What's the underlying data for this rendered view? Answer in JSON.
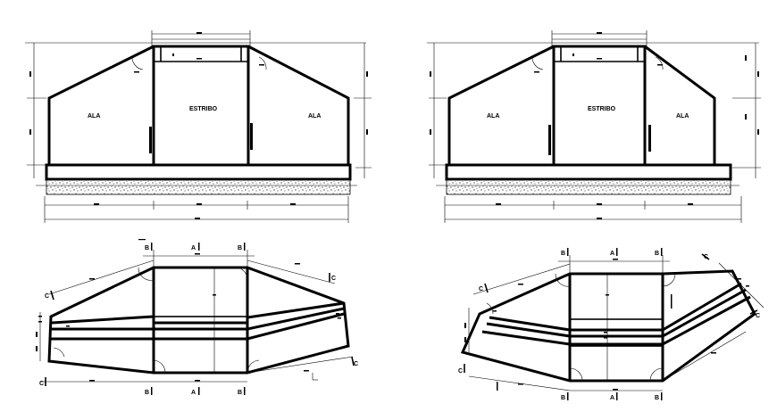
{
  "drawing": {
    "labels": {
      "ala": "ALA",
      "estribo": "ESTRIBO",
      "section_a": "A",
      "section_b": "B",
      "section_c": "C"
    },
    "layout": "two elevation views (top) and two plan views (bottom)"
  }
}
